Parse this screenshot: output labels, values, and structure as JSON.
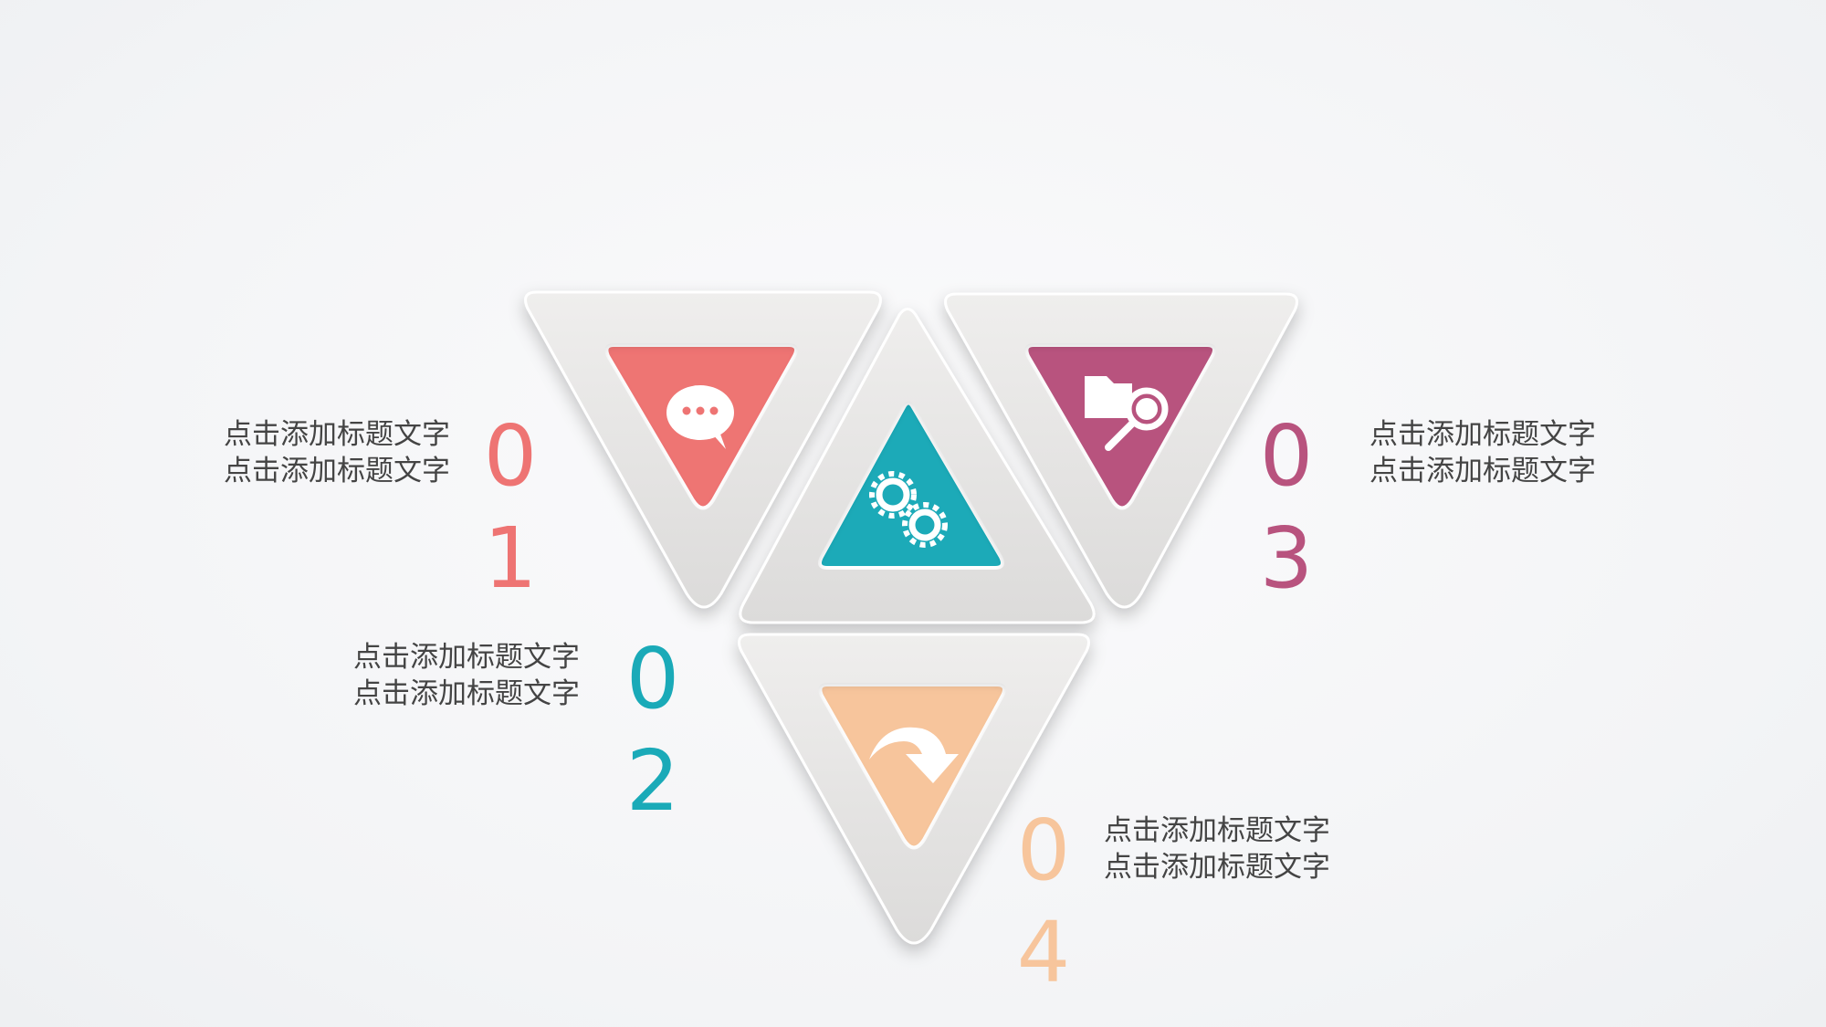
{
  "colors": {
    "item1": "#ee7473",
    "item2": "#1aaab8",
    "item3": "#b8537e",
    "item4": "#f7c59c",
    "frame": "#e7e6e5",
    "text": "#444444"
  },
  "items": [
    {
      "number_first": "0",
      "number_second": "1",
      "line1": "点击添加标题文字",
      "line2": "点击添加标题文字",
      "icon": "speech-bubble-icon"
    },
    {
      "number_first": "0",
      "number_second": "2",
      "line1": "点击添加标题文字",
      "line2": "点击添加标题文字",
      "icon": "gears-icon"
    },
    {
      "number_first": "0",
      "number_second": "3",
      "line1": "点击添加标题文字",
      "line2": "点击添加标题文字",
      "icon": "folder-search-icon"
    },
    {
      "number_first": "0",
      "number_second": "4",
      "line1": "点击添加标题文字",
      "line2": "点击添加标题文字",
      "icon": "curved-arrow-icon"
    }
  ]
}
